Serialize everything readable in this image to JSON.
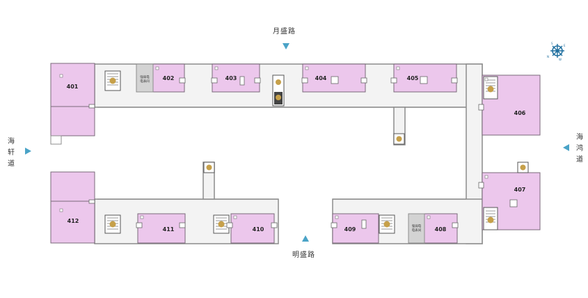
{
  "roads": {
    "north": "月盛路",
    "south": "明盛路",
    "west": [
      "海",
      "轩",
      "道"
    ],
    "east": [
      "海",
      "鸿",
      "道"
    ]
  },
  "colors": {
    "room": "#ecc7ec",
    "room_stroke": "#7a6a7a",
    "corridor": "#f3f3f3",
    "wall": "#888888",
    "arrow": "#4aa3c7",
    "compass": "#1f6f9f",
    "stair": "#c6a04a",
    "utility": "#cfcfcf"
  },
  "rooms": {
    "r401": "401",
    "r402": "402",
    "r403": "403",
    "r404": "404",
    "r405": "405",
    "r406": "406",
    "r407": "407",
    "r408": "408",
    "r409": "409",
    "r410": "410",
    "r411": "411",
    "r412": "412"
  },
  "utility": {
    "top": [
      "强弱电",
      "电表间"
    ],
    "bottom": [
      "强弱电",
      "电表间"
    ]
  },
  "compass": {
    "n": "N",
    "s": "S",
    "e": "E",
    "w": "W",
    "icon": "compass-icon"
  }
}
